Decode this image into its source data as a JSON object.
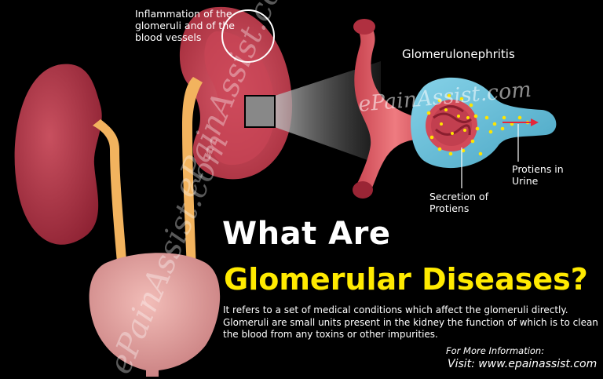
{
  "labels": {
    "inflammation": "Inflammation of the glomeruli and of the blood vessels",
    "glomerulonephritis": "Glomerulonephritis",
    "proteins_in_urine": "Protiens in Urine",
    "secretion_of_proteins": "Secretion of Protiens"
  },
  "heading": {
    "line1": "What Are",
    "line2": "Glomerular Diseases?"
  },
  "description": "It refers to a set of medical conditions which affect the glomeruli directly. Glomeruli are small units present in the kidney the function of which is to clean the blood from any toxins or other impurities.",
  "footer": {
    "more_info": "For More Information:",
    "visit": "Visit: www.epainassist.com"
  },
  "watermark": "ePainAssist.com",
  "colors": {
    "background": "#000000",
    "heading_primary": "#ffffff",
    "heading_accent": "#ffea00",
    "kidney": "#b83a4c",
    "ureter": "#f2b35e",
    "bladder": "#e9a3a0",
    "vessel": "#e0666d",
    "capsule": "#6ec3dc",
    "protein_dot": "#ffe400",
    "arrow": "#e5263a"
  }
}
